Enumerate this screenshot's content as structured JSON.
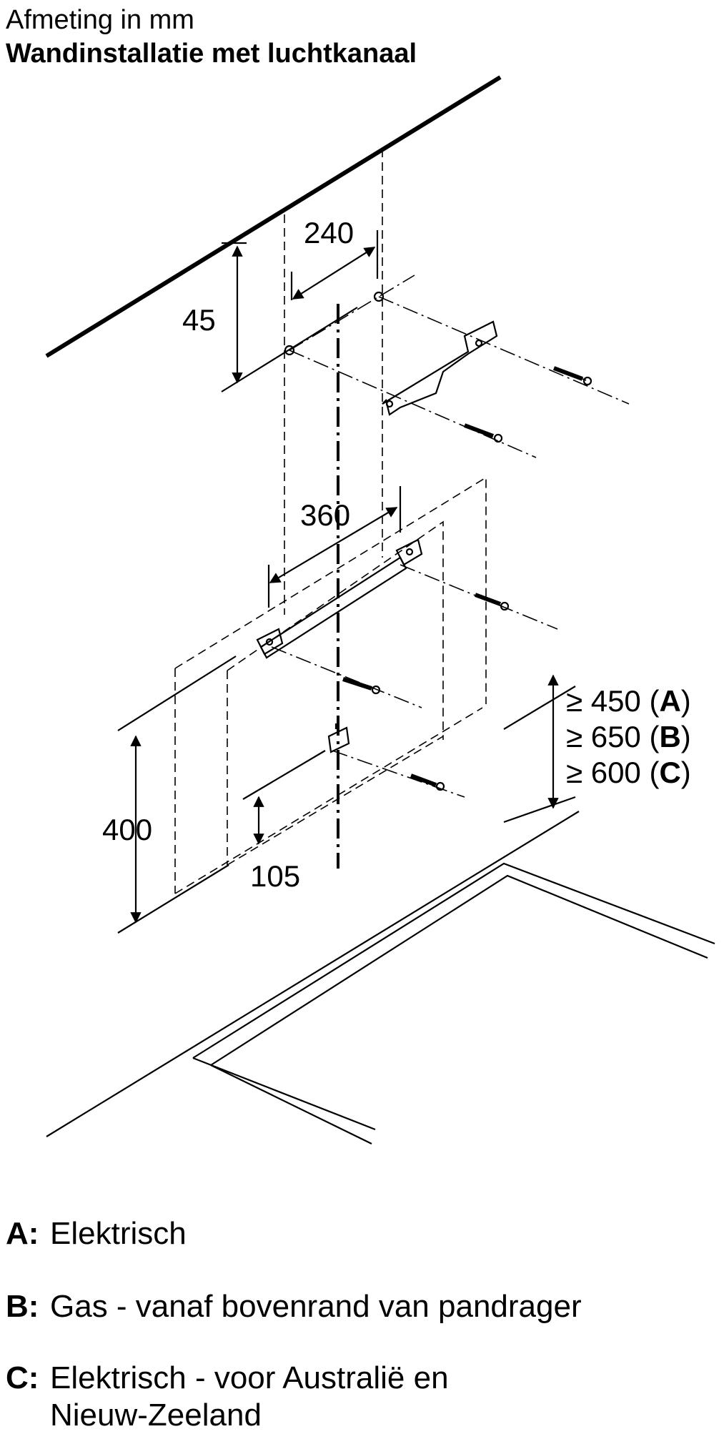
{
  "header": {
    "title": "Afmeting in mm",
    "subtitle": "Wandinstallatie met luchtkanaal"
  },
  "dimensions": {
    "d45": "45",
    "d240": "240",
    "d360": "360",
    "d400": "400",
    "d105": "105"
  },
  "clearances": [
    {
      "sym": "≥ 450 (",
      "key": "A",
      "end": ")"
    },
    {
      "sym": "≥ 650 (",
      "key": "B",
      "end": ")"
    },
    {
      "sym": "≥ 600 (",
      "key": "C",
      "end": ")"
    }
  ],
  "legend": [
    {
      "key": "A:",
      "text": "Elektrisch"
    },
    {
      "key": "B:",
      "text": "Gas - vanaf bovenrand van pandrager"
    },
    {
      "key": "C:",
      "text": "Elektrisch - voor Australië en\nNieuw-Zeeland"
    }
  ]
}
